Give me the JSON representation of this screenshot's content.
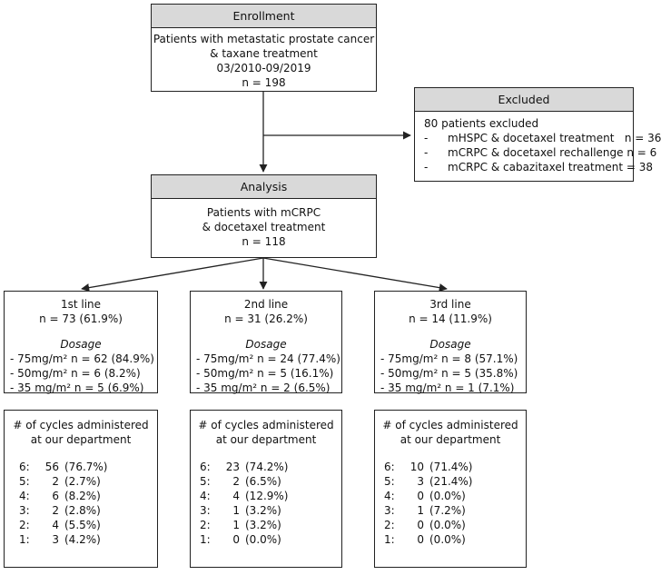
{
  "enrollment": {
    "title": "Enrollment",
    "lines": [
      "Patients with metastatic prostate cancer",
      "& taxane treatment",
      "03/2010-09/2019",
      "n = 198"
    ]
  },
  "excluded": {
    "title": "Excluded",
    "summary": "80 patients excluded",
    "items": [
      {
        "dash": "-",
        "text": "mHSPC & docetaxel treatment   n = 36"
      },
      {
        "dash": "-",
        "text": "mCRPC & docetaxel rechallenge n = 6"
      },
      {
        "dash": "-",
        "text": "mCRPC & cabazitaxel treatment = 38"
      }
    ]
  },
  "analysis": {
    "title": "Analysis",
    "lines": [
      "Patients with mCRPC",
      "& docetaxel treatment",
      "n = 118"
    ]
  },
  "lines": [
    {
      "title": "1st line",
      "n": "n = 73 (61.9%)",
      "dosage_label": "Dosage",
      "dosage": [
        "- 75mg/m² n = 62 (84.9%)",
        "- 50mg/m² n = 6 (8.2%)",
        "- 35 mg/m² n = 5 (6.9%)"
      ],
      "cycles_title": [
        "# of cycles administered",
        "at our department"
      ],
      "cycles": [
        {
          "k": "6:",
          "n": "56",
          "p": "(76.7%)"
        },
        {
          "k": "5:",
          "n": "2",
          "p": "(2.7%)"
        },
        {
          "k": "4:",
          "n": "6",
          "p": "(8.2%)"
        },
        {
          "k": "3:",
          "n": "2",
          "p": "(2.8%)"
        },
        {
          "k": "2:",
          "n": "4",
          "p": "(5.5%)"
        },
        {
          "k": "1:",
          "n": "3",
          "p": "(4.2%)"
        }
      ]
    },
    {
      "title": "2nd line",
      "n": "n = 31 (26.2%)",
      "dosage_label": "Dosage",
      "dosage": [
        "- 75mg/m² n = 24 (77.4%)",
        "- 50mg/m² n = 5 (16.1%)",
        "- 35 mg/m² n = 2 (6.5%)"
      ],
      "cycles_title": [
        "# of cycles administered",
        "at our department"
      ],
      "cycles": [
        {
          "k": "6:",
          "n": "23",
          "p": "(74.2%)"
        },
        {
          "k": "5:",
          "n": "2",
          "p": "(6.5%)"
        },
        {
          "k": "4:",
          "n": "4",
          "p": "(12.9%)"
        },
        {
          "k": "3:",
          "n": "1",
          "p": "(3.2%)"
        },
        {
          "k": "2:",
          "n": "1",
          "p": "(3.2%)"
        },
        {
          "k": "1:",
          "n": "0",
          "p": "(0.0%)"
        }
      ]
    },
    {
      "title": "3rd line",
      "n": "n = 14 (11.9%)",
      "dosage_label": "Dosage",
      "dosage": [
        "- 75mg/m² n = 8 (57.1%)",
        "- 50mg/m² n = 5 (35.8%)",
        "- 35 mg/m² n = 1 (7.1%)"
      ],
      "cycles_title": [
        "# of cycles administered",
        "at our department"
      ],
      "cycles": [
        {
          "k": "6:",
          "n": "10",
          "p": "(71.4%)"
        },
        {
          "k": "5:",
          "n": "3",
          "p": "(21.4%)"
        },
        {
          "k": "4:",
          "n": "0",
          "p": "(0.0%)"
        },
        {
          "k": "3:",
          "n": "1",
          "p": "(7.2%)"
        },
        {
          "k": "2:",
          "n": "0",
          "p": "(0.0%)"
        },
        {
          "k": "1:",
          "n": "0",
          "p": "(0.0%)"
        }
      ]
    }
  ]
}
